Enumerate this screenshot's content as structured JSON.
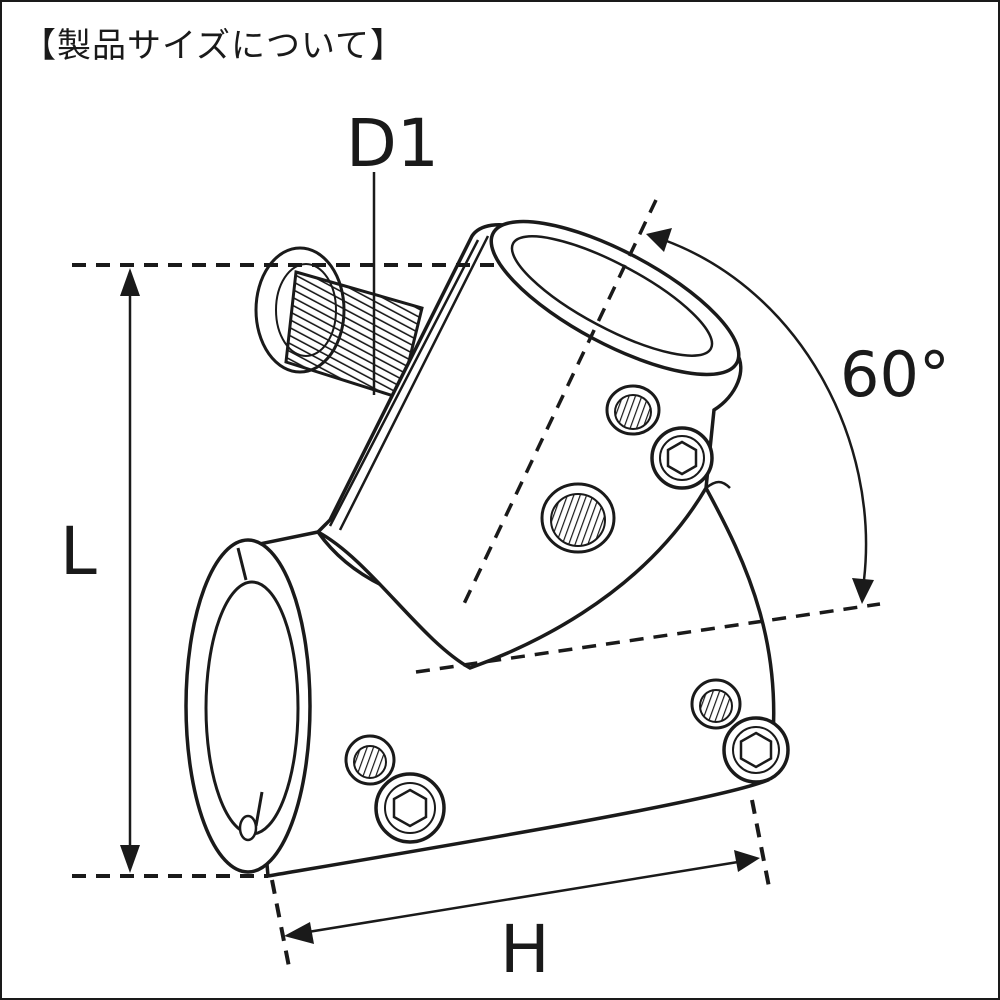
{
  "heading": "【製品サイズについて】",
  "labels": {
    "d1": "D1",
    "l": "L",
    "h": "H",
    "angle": "60°"
  },
  "colors": {
    "stroke": "#1a1a1a",
    "background": "#ffffff"
  }
}
